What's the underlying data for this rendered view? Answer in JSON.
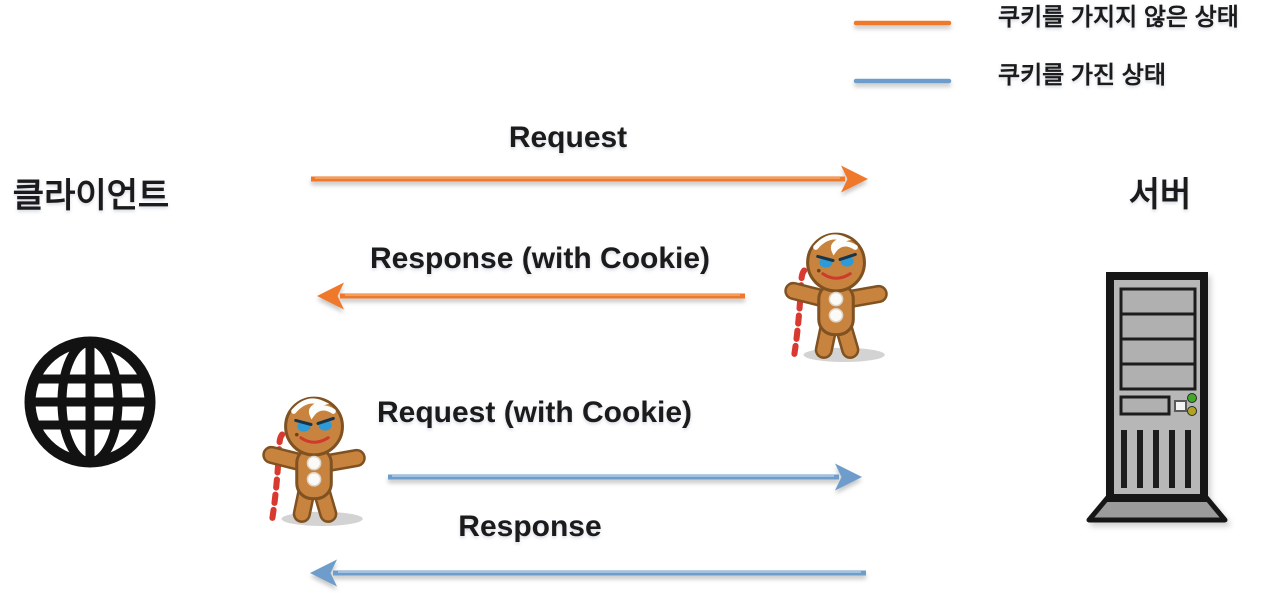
{
  "legend": {
    "items": [
      {
        "label": "쿠키를 가지지 않은 상태",
        "color": "#F0782C"
      },
      {
        "label": "쿠키를 가진 상태",
        "color": "#6E9DCB"
      }
    ]
  },
  "actors": {
    "client": {
      "label": "클라이언트",
      "icon": "globe-icon"
    },
    "server": {
      "label": "서버",
      "icon": "server-tower-icon"
    }
  },
  "messages": [
    {
      "label": "Request",
      "color": "#F0782C",
      "direction": "client-to-server"
    },
    {
      "label": "Response (with Cookie)",
      "color": "#F0782C",
      "direction": "server-to-client",
      "cookie_icon": "gingerbread-cookie-icon"
    },
    {
      "label": "Request (with Cookie)",
      "color": "#6E9DCB",
      "direction": "client-to-server",
      "cookie_icon": "gingerbread-cookie-icon"
    },
    {
      "label": "Response",
      "color": "#6E9DCB",
      "direction": "server-to-client"
    }
  ]
}
